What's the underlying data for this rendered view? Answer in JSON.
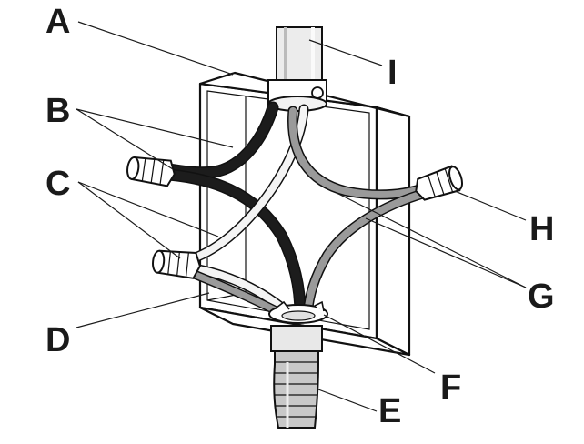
{
  "labels": {
    "A": "A",
    "B": "B",
    "C": "C",
    "D": "D",
    "E": "E",
    "F": "F",
    "G": "G",
    "H": "H",
    "I": "I"
  },
  "colors": {
    "outline": "#111111",
    "box_fill": "#ffffff",
    "black_wire": "#1c1c1c",
    "white_wire": "#f4f4f4",
    "ground_wire": "#9a9a9a",
    "conduit": "#e6e6e6",
    "flex_conduit": "#bdbdbd"
  }
}
